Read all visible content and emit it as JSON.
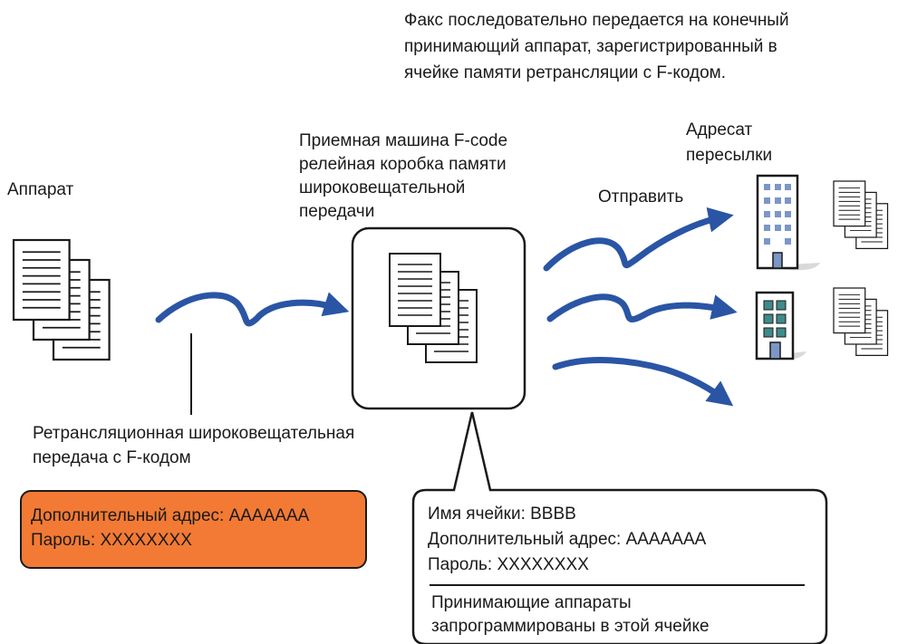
{
  "top_note": [
    "Факс последовательно передается на конечный",
    "принимающий аппарат, зарегистрированный в",
    "ячейке памяти ретрансляции с F-кодом."
  ],
  "relay_machine_label": [
    "Приемная машина F-code",
    "релейная коробка памяти",
    "широковещательной",
    "передачи"
  ],
  "sender_label": "Аппарат",
  "send_label": "Отправить",
  "recipient_label": [
    "Адресат",
    "пересылки"
  ],
  "relay_broadcast_label": [
    "Ретрансляционная широковещательная",
    "передача с F-кодом"
  ],
  "sender_info": [
    "Дополнительный адрес: AAAAAAA",
    "Пароль: XXXXXXXX"
  ],
  "box_info": [
    "Имя ячейки: BBBB",
    "Дополнительный адрес: AAAAAAA",
    "Пароль: XXXXXXXX"
  ],
  "box_footer": [
    "Принимающие аппараты",
    "запрограммированы в этой ячейке"
  ],
  "colors": {
    "arrow": "#2a55a5",
    "orange_fill": "#f37a34",
    "building_blue": "#7b96c7",
    "building_green": "#3f8a8a",
    "outline": "#1a1a1a"
  },
  "icons": [
    "document-stack-icon",
    "office-building-icon",
    "arrow-icon"
  ]
}
